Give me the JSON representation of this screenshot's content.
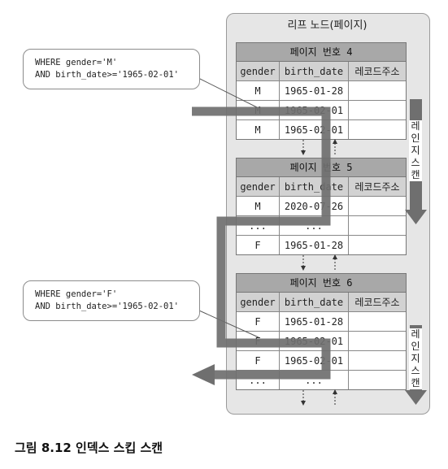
{
  "leaf_title": "리프 노드(페이지)",
  "pages": [
    {
      "title": "페이지 번호 4",
      "headers": [
        "gender",
        "birth_date",
        "레코드주소"
      ],
      "rows": [
        [
          "M",
          "1965-01-28",
          ""
        ],
        [
          "M",
          "1965-02-01",
          ""
        ],
        [
          "M",
          "1965-02-01",
          ""
        ]
      ]
    },
    {
      "title": "페이지 번호 5",
      "headers": [
        "gender",
        "birth_date",
        "레코드주소"
      ],
      "rows": [
        [
          "M",
          "2020-07-26",
          ""
        ],
        [
          "...",
          "...",
          ""
        ],
        [
          "F",
          "1965-01-28",
          ""
        ]
      ]
    },
    {
      "title": "페이지 번호 6",
      "headers": [
        "gender",
        "birth_date",
        "레코드주소"
      ],
      "rows": [
        [
          "F",
          "1965-01-28",
          ""
        ],
        [
          "F",
          "1965-02-01",
          ""
        ],
        [
          "F",
          "1965-02-01",
          ""
        ],
        [
          "...",
          "...",
          ""
        ]
      ]
    }
  ],
  "queries": [
    {
      "line1": "WHERE gender='M'",
      "line2": "AND birth_date>='1965-02-01'"
    },
    {
      "line1": "WHERE gender='F'",
      "line2": "AND birth_date>='1965-02-01'"
    }
  ],
  "scan_labels": {
    "upper": "레인지스캔",
    "lower": "레인지스캔"
  },
  "caption": "그림 8.12 인덱스 스킵 스캔",
  "colors": {
    "scan_path": "#6f6f6f",
    "page_header": "#a8a8a8",
    "panel": "#e6e6e6"
  }
}
